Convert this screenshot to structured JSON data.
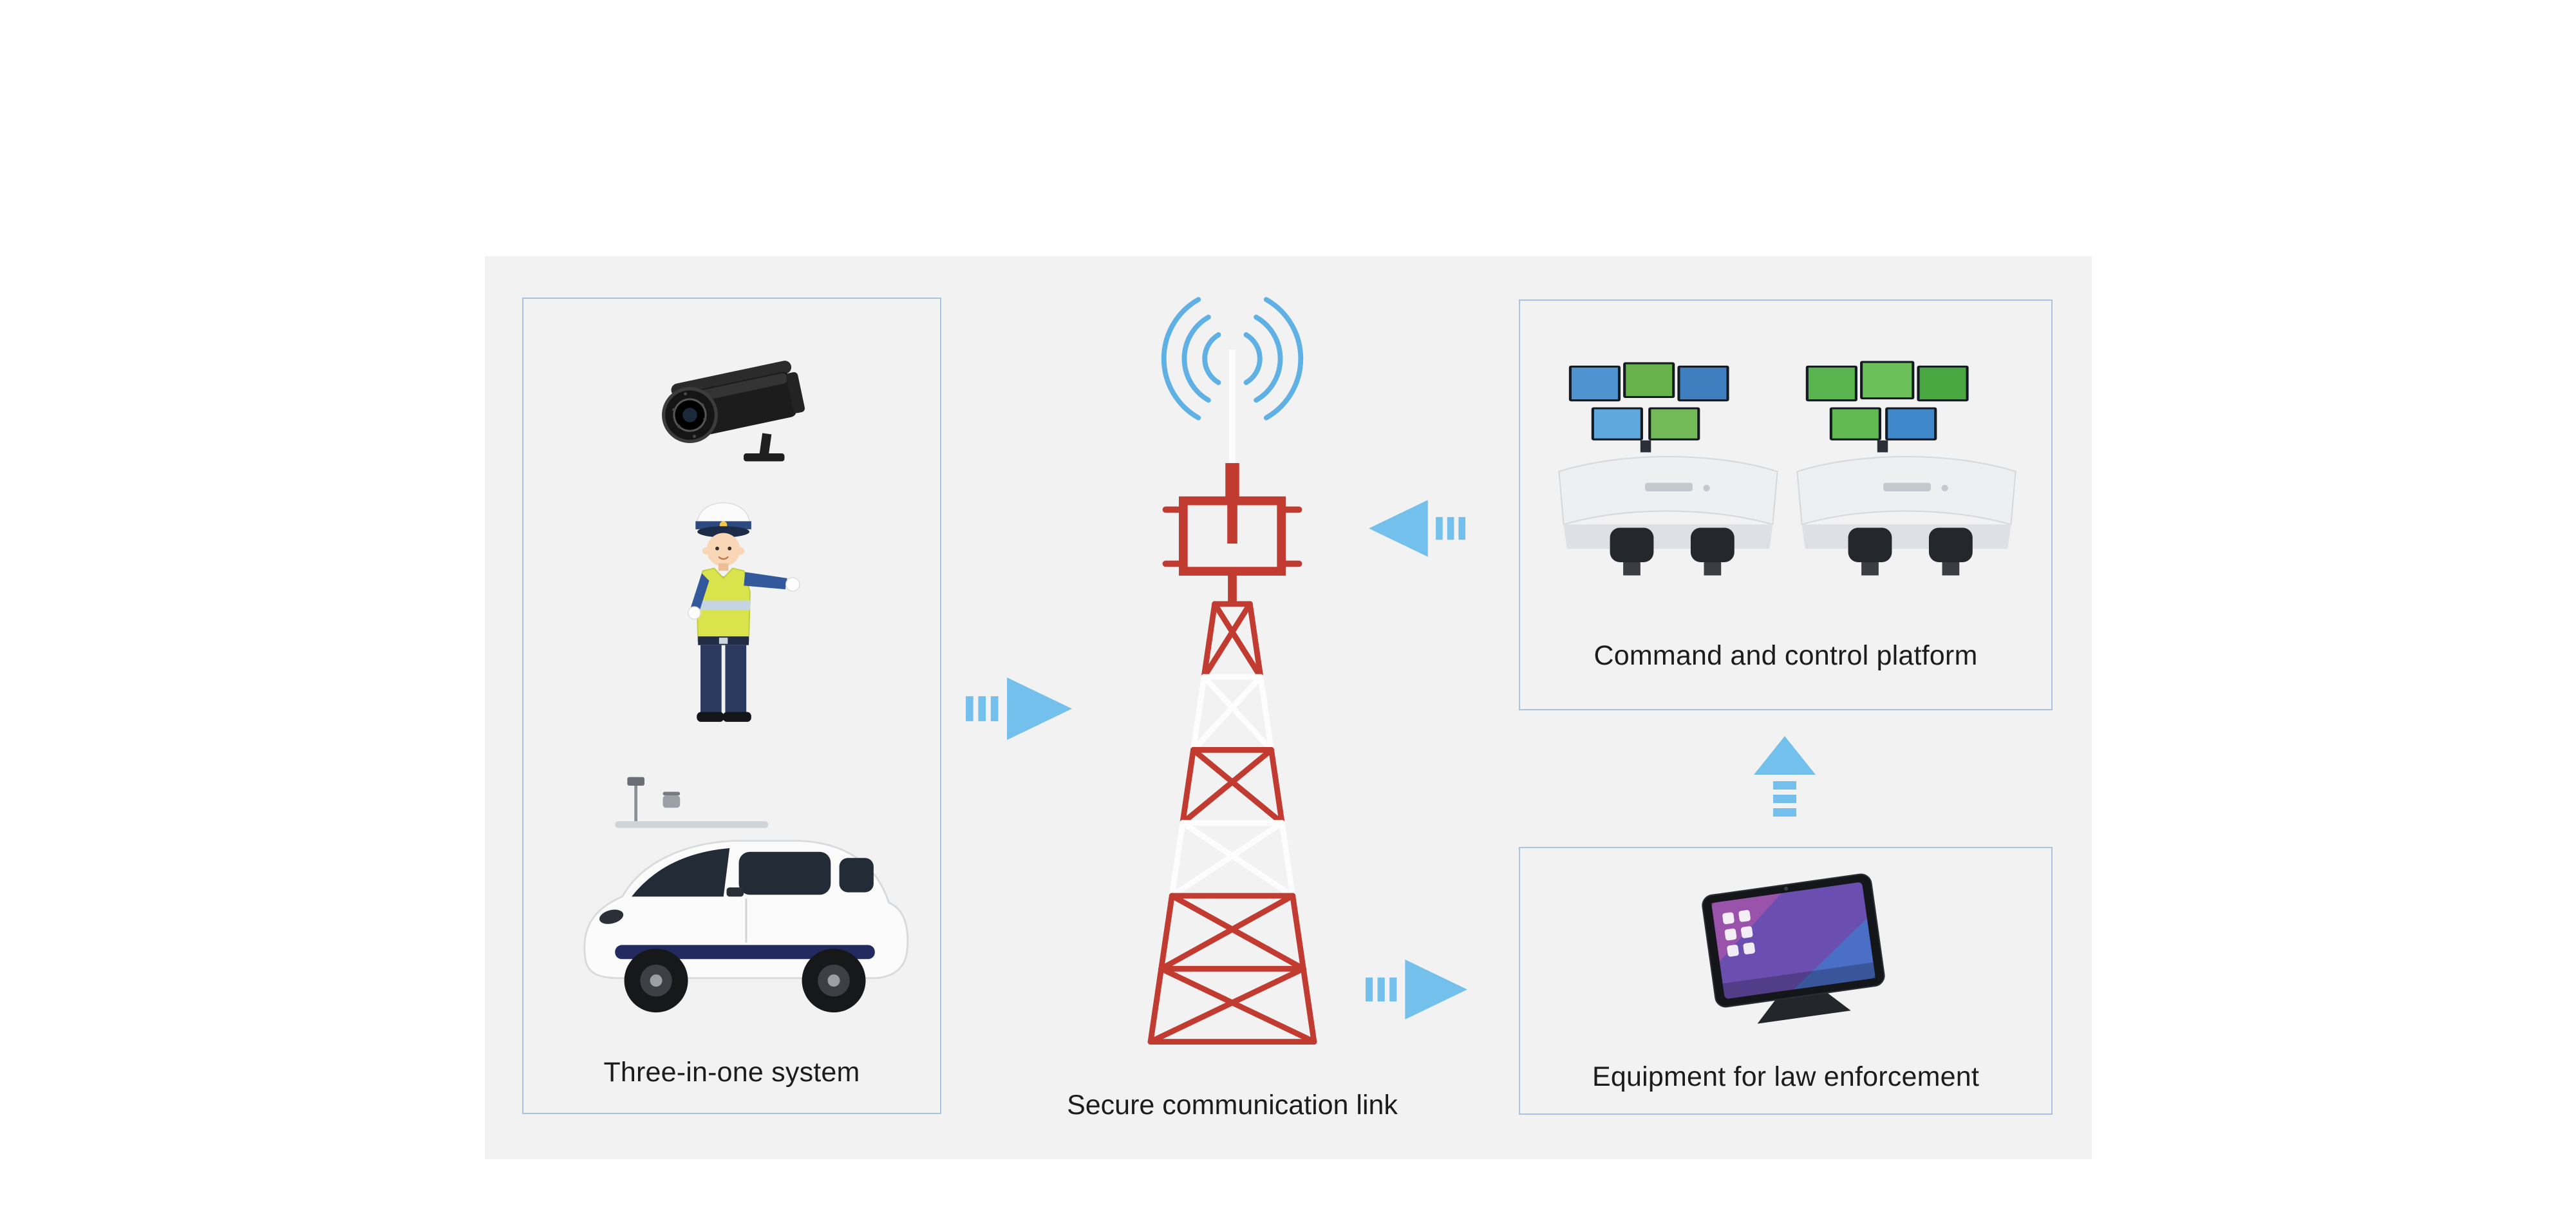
{
  "diagram": {
    "panel_bg": "#f2f2f3",
    "colors": {
      "arrow": "#74c0ed",
      "tower_red": "#c23b30",
      "wave_blue": "#5fb0e5",
      "box_border": "#a9c4de",
      "label": "#1c1c1c"
    },
    "nodes": {
      "three_in_one": {
        "label": "Three-in-one system"
      },
      "secure_link": {
        "label": "Secure communication link"
      },
      "command_platform": {
        "label": "Command and control platform"
      },
      "law_enforcement": {
        "label": "Equipment for law enforcement"
      }
    },
    "icons": [
      "cctv-camera-icon",
      "traffic-officer-icon",
      "patrol-car-icon",
      "radio-tower-icon",
      "control-room-icon",
      "law-enforcement-tablet-icon"
    ],
    "arrows": [
      {
        "name": "three-in-one-to-tower",
        "direction": "right"
      },
      {
        "name": "command-platform-to-tower",
        "direction": "left"
      },
      {
        "name": "tower-to-law-enforcement",
        "direction": "right"
      },
      {
        "name": "law-enforcement-to-command-platform",
        "direction": "up"
      }
    ]
  }
}
